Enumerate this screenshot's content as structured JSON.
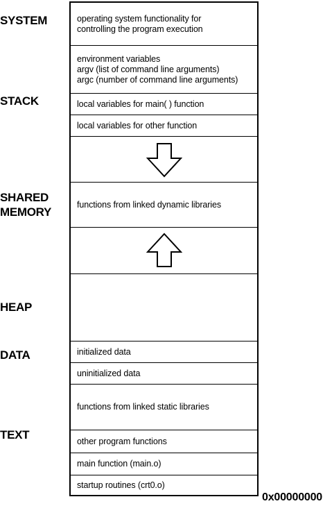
{
  "segment_labels": {
    "system": "SYSTEM",
    "stack": "STACK",
    "shared_memory": [
      "SHARED",
      "MEMORY"
    ],
    "heap": "HEAP",
    "data": "DATA",
    "text": "TEXT"
  },
  "rows": {
    "system": [
      "operating system functionality for",
      "controlling the program execution"
    ],
    "env": [
      "environment variables",
      "argv (list of command line arguments)",
      "argc (number of command line arguments)"
    ],
    "main_locals": "local variables for main( ) function",
    "other_locals": "local variables for other function",
    "shared": "functions from linked dynamic libraries",
    "init_data": "initialized data",
    "uninit_data": "uninitialized data",
    "static_libs": "functions from linked static libraries",
    "other_funcs": "other program functions",
    "main_func": "main function (main.o)",
    "startup": "startup routines (crt0.o)"
  },
  "arrows": {
    "stack_growth": "down-arrow",
    "heap_growth": "up-arrow"
  },
  "address": "0x00000000"
}
